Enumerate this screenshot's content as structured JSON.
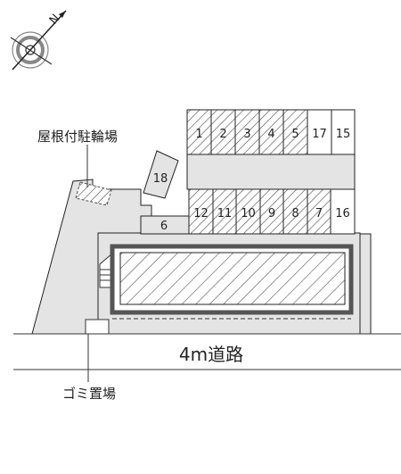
{
  "colors": {
    "lot_fill": "#e4e4e4",
    "outline": "#222222",
    "building_frame": "#555555",
    "hatch": "#555555",
    "road_line": "#333333"
  },
  "compass": {
    "north_label": "N",
    "icon": "north-arrow-compass-icon"
  },
  "labels": {
    "roofed_bicycle_parking": "屋根付駐輪場",
    "garbage_area": "ゴミ置場",
    "road": "4m道路"
  },
  "parking_spaces": {
    "top_row": [
      "1",
      "2",
      "3",
      "4",
      "5",
      "17",
      "15"
    ],
    "middle_row": [
      "12",
      "11",
      "10",
      "9",
      "8",
      "7",
      "16"
    ],
    "diagonal": "18",
    "left_small": "6"
  }
}
